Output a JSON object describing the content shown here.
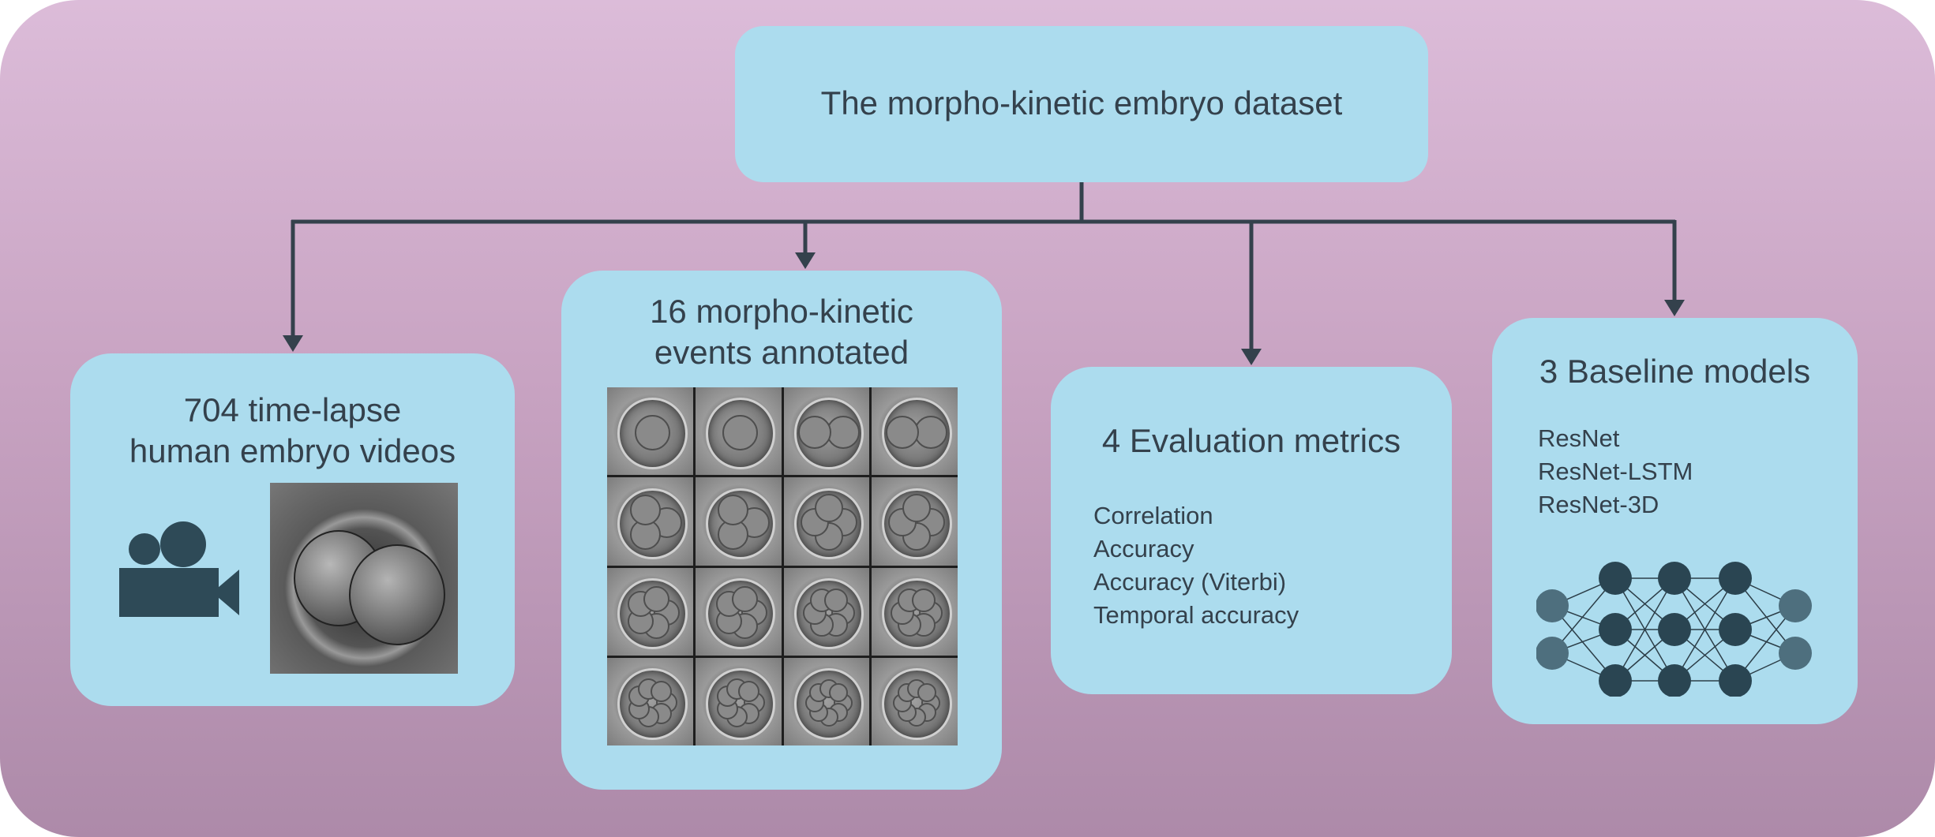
{
  "title": "The morpho-kinetic embryo dataset",
  "videos": {
    "line1": "704 time-lapse",
    "line2": "human embryo videos",
    "camera_icon": "video-camera-icon",
    "photo": "embryo-image"
  },
  "events": {
    "line1": "16 morpho-kinetic",
    "line2": "events annotated",
    "grid_rows": 4,
    "grid_cols": 4
  },
  "metrics": {
    "title": "4 Evaluation metrics",
    "items": [
      "Correlation",
      "Accuracy",
      "Accuracy (Viterbi)",
      "Temporal accuracy"
    ]
  },
  "models": {
    "title": "3 Baseline models",
    "items": [
      "ResNet",
      "ResNet-LSTM",
      "ResNet-3D"
    ],
    "network_icon": "neural-network-icon"
  },
  "colors": {
    "background_top": "#dcbcd9",
    "background_bottom": "#ad8aa9",
    "box": "#acdcee",
    "arrow": "#34414c",
    "node_dark": "#2a4552",
    "node_light": "#4e6f7e",
    "text": "#34414c"
  }
}
